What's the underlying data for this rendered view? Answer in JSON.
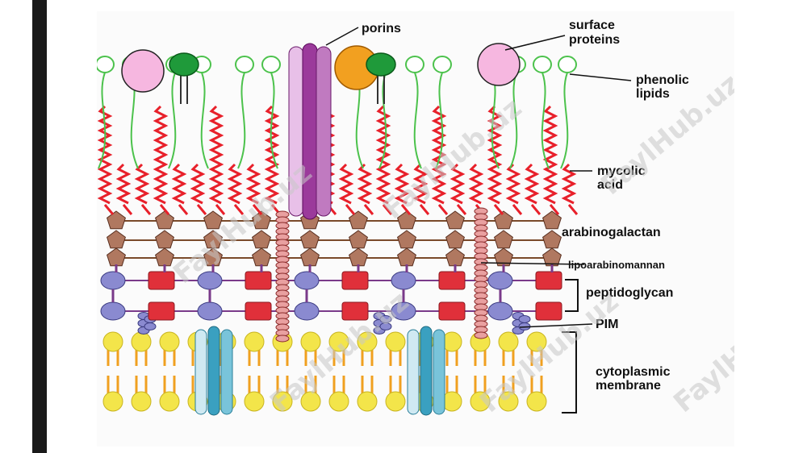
{
  "labels": {
    "porins": "porins",
    "surface_proteins_1": "surface",
    "surface_proteins_2": "proteins",
    "phenolic_lipids_1": "phenolic",
    "phenolic_lipids_2": "lipids",
    "mycolic_acid_1": "mycolic",
    "mycolic_acid_2": "acid",
    "arabinogalactan": "arabinogalactan",
    "lipoarabinomannan": "lipoarabinomannan",
    "peptidoglycan": "peptidoglycan",
    "pim": "PIM",
    "cytoplasmic_membrane_1": "cytoplasmic",
    "cytoplasmic_membrane_2": "membrane"
  },
  "watermark": "FaylHub.uz",
  "colors": {
    "mycolic": "#e8202a",
    "phenolic": "#4cc24c",
    "porin": "#9b3a9b",
    "pentagon": "#b07860",
    "peptide_ball": "#8a8ad0",
    "peptide_box": "#e0303a",
    "membrane_head": "#f3e54a",
    "membrane_tail": "#f0a020",
    "channel": "#3aa0c0",
    "surface_protein": "#f6b7e0",
    "green_protein": "#1f9a3a",
    "orange_protein": "#f2a020"
  }
}
